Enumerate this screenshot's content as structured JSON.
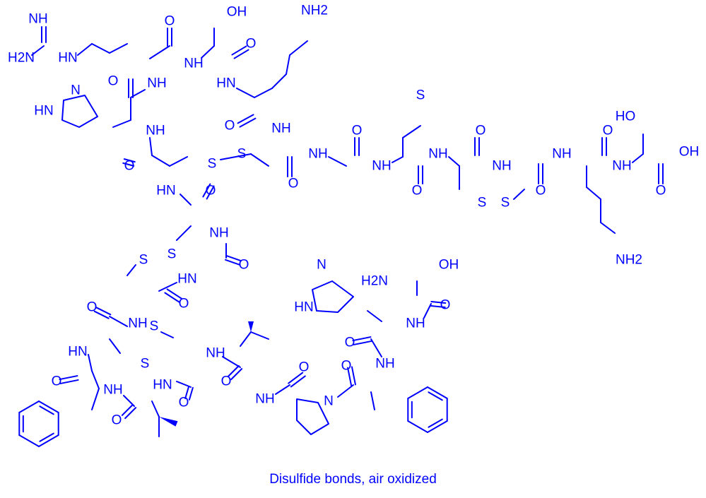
{
  "caption": "Disulfide bonds, air oxidized",
  "color": "#0000ff",
  "atom_labels": {
    "nh": "NH",
    "hn": "HN",
    "n": "N",
    "o": "O",
    "s": "S",
    "oh": "OH",
    "ho": "HO",
    "nh2": "NH2",
    "h2n": "H2N",
    "hn_imine": "HN"
  }
}
